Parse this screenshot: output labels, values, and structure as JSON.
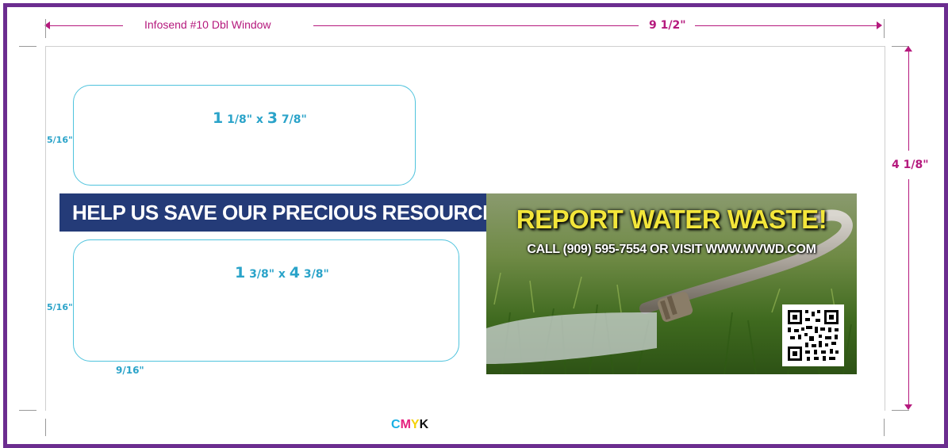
{
  "envelope": {
    "title": "Infosend #10 Dbl Window",
    "width_label": "9 1/2\"",
    "height_label": "4 1/8\"",
    "color_mode": [
      "C",
      "M",
      "Y",
      "K"
    ]
  },
  "windows": [
    {
      "size_label_whole_a": "1",
      "size_label_frac_a": " 1/8\" x ",
      "size_label_whole_b": "3",
      "size_label_frac_b": " 7/8\"",
      "side_offset": "5/16\""
    },
    {
      "size_label_whole_a": "1",
      "size_label_frac_a": " 3/8\" x ",
      "size_label_whole_b": "4",
      "size_label_frac_b": " 3/8\"",
      "side_offset": "5/16\"",
      "bottom_offset": "9/16\""
    }
  ],
  "banner": {
    "headline": "HELP US SAVE OUR PRECIOUS RESOURCE"
  },
  "ad": {
    "title": "REPORT WATER WASTE!",
    "call_text": "CALL (909) 595-7554 OR VISIT WWW.WVWD.COM",
    "qr_icon": "qr-code-icon",
    "image_subject": "garden-hose-on-grass"
  },
  "colors": {
    "frame": "#6b2d8f",
    "dimension": "#b5197d",
    "window_outline": "#4fc3dd",
    "banner_bg": "#243b78",
    "ad_title": "#f3e63a"
  }
}
